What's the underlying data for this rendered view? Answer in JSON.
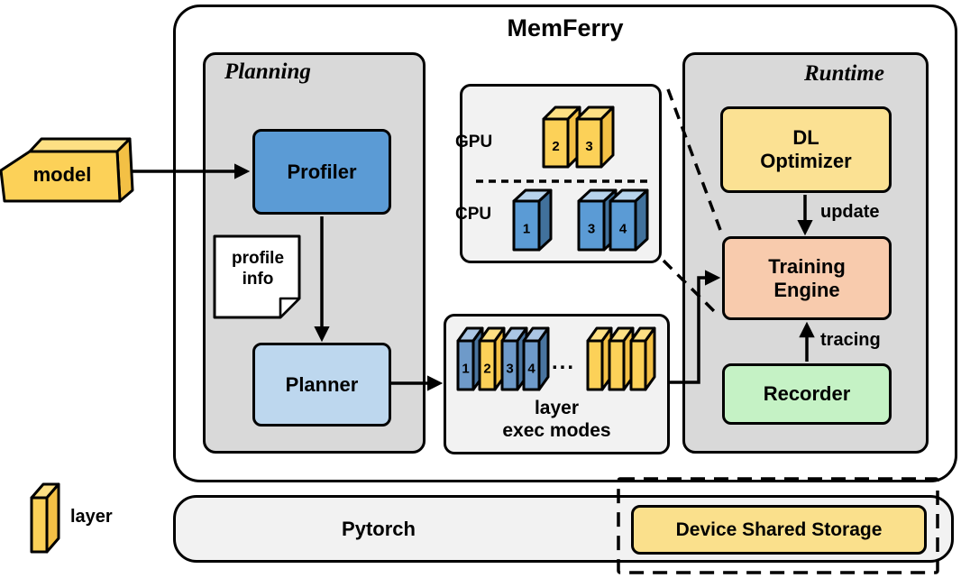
{
  "title": "MemFerry",
  "planning": {
    "label": "Planning",
    "profiler": "Profiler",
    "note": "profile info",
    "planner": "Planner"
  },
  "runtime": {
    "label": "Runtime",
    "dl_optimizer": "DL Optimizer",
    "training_engine": "Training Engine",
    "recorder": "Recorder",
    "update_edge": "update",
    "tracing_edge": "tracing"
  },
  "input": {
    "model": "model"
  },
  "memory_view": {
    "gpu_label": "GPU",
    "cpu_label": "CPU",
    "gpu_blocks": [
      "2",
      "3"
    ],
    "cpu_blocks": [
      "1",
      "3",
      "4"
    ]
  },
  "exec_modes": {
    "caption_line1": "layer",
    "caption_line2": "exec modes",
    "slabs": [
      {
        "label": "1",
        "color": "blue"
      },
      {
        "label": "2",
        "color": "yellow"
      },
      {
        "label": "3",
        "color": "blue"
      },
      {
        "label": "4",
        "color": "blue"
      }
    ],
    "ellipsis": "...",
    "trailing_yellow_slabs": 3
  },
  "base": {
    "pytorch": "Pytorch",
    "device_shared_storage": "Device Shared Storage"
  },
  "legend": {
    "layer_label": "layer"
  },
  "colors": {
    "panel_gray": "#d9d9d9",
    "sub_box_gray": "#f2f2f2",
    "profiler_blue": "#5b9bd5",
    "planner_blue": "#bdd7ee",
    "optimizer_yellow": "#fbe193",
    "engine_salmon": "#f8cbad",
    "recorder_green": "#c5f2c5",
    "storage_yellow": "#fae08c",
    "layer_yellow_front": "#fcd158",
    "layer_yellow_top": "#fde084",
    "layer_yellow_side": "#f3c045",
    "layer_blue_front": "#5b9bd5",
    "layer_blue_top": "#b7d3ec",
    "layer_blue_side": "#41719c",
    "slab_blue_front": "#6e9ac9",
    "slab_blue_top": "#abc6e4",
    "slab_blue_side": "#49749f"
  }
}
